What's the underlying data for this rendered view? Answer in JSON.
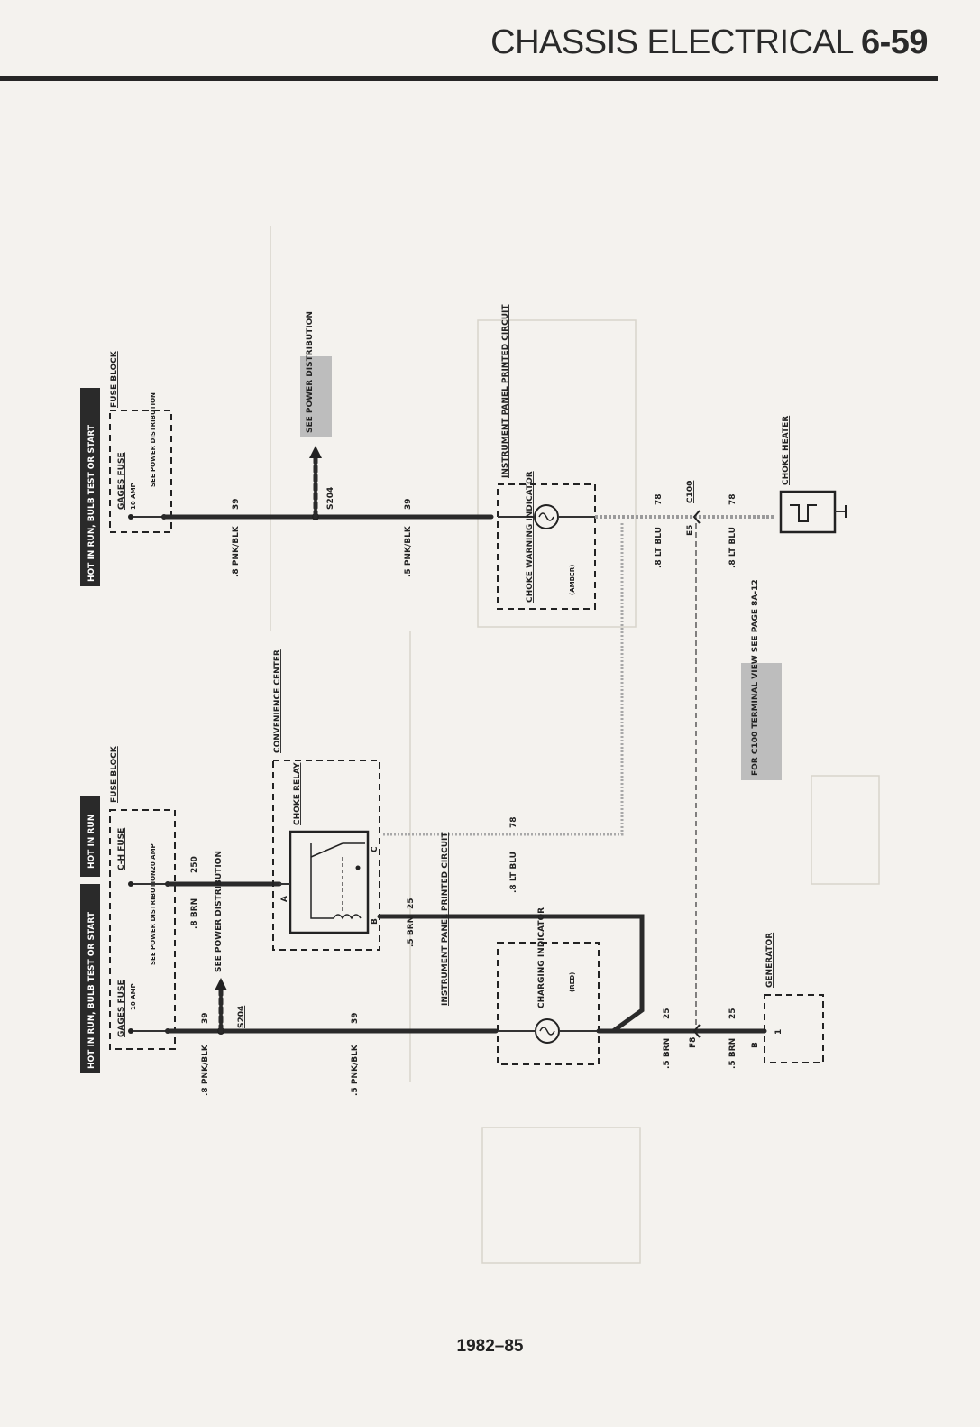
{
  "header": {
    "section": "CHASSIS ELECTRICAL",
    "page": "6-59"
  },
  "footer": {
    "years": "1982–85"
  },
  "top": {
    "banner": "HOT IN RUN, BULB TEST OR START",
    "fuse_block_label": "FUSE BLOCK",
    "gages_fuse": "GAGES FUSE",
    "gages_amp": "10 AMP",
    "see_power_dist": "SEE POWER DISTRIBUTION",
    "wire1": ".8 PNK/BLK",
    "wire1_num": "39",
    "splice": "S204",
    "see_power_dist_tag": "SEE POWER DISTRIBUTION",
    "wire2": ".5 PNK/BLK",
    "wire2_num": "39",
    "ip_label": "INSTRUMENT PANEL PRINTED CIRCUIT",
    "indicator": "CHOKE WARNING INDICATOR",
    "indicator_color": "(AMBER)",
    "wire3": ".8 LT BLU",
    "wire3_num": "78",
    "conn": "C100",
    "conn_pin": "E5",
    "wire4": ".8 LT BLU",
    "wire4_num": "78",
    "choke_heater": "CHOKE HEATER"
  },
  "bottom": {
    "banner1": "HOT IN RUN, BULB TEST OR START",
    "banner2": "HOT IN RUN",
    "fuse_block_label": "FUSE BLOCK",
    "gages_fuse": "GAGES FUSE",
    "gages_amp": "10 AMP",
    "see_power_dist": "SEE POWER DISTRIBUTION",
    "ch_fuse": "C-H FUSE",
    "ch_amp": "20 AMP",
    "wire_brn": ".8 BRN",
    "wire_brn_num": "250",
    "see_power_dist_tag": "SEE POWER DISTRIBUTION",
    "splice": "S204",
    "wire1": ".8 PNK/BLK",
    "wire1_num": "39",
    "wire2": ".5 PNK/BLK",
    "wire2_num": "39",
    "conv_center": "CONVENIENCE CENTER",
    "relay": "CHOKE RELAY",
    "pin_a": "A",
    "pin_b": "B",
    "pin_c": "C",
    "wire_ltblu": ".8 LT BLU",
    "wire_ltblu_num": "78",
    "wire_brn2": ".5 BRN",
    "wire_brn2_num": "25",
    "ip_label": "INSTRUMENT PANEL PRINTED CIRCUIT",
    "indicator": "CHARGING INDICATOR",
    "indicator_color": "(RED)",
    "wire3": ".5 BRN",
    "wire3_num": "25",
    "conn_pin": "F8",
    "wire4": ".5 BRN",
    "wire4_num": "25",
    "gen_pin": "B",
    "gen_term": "1",
    "generator": "GENERATOR",
    "c100_note": "FOR C100 TERMINAL VIEW SEE PAGE 8A-12"
  },
  "colors": {
    "ink": "#222222",
    "paper": "#f4f2ee",
    "banner": "#2a2a2a",
    "tag": "#bdbdbd"
  }
}
